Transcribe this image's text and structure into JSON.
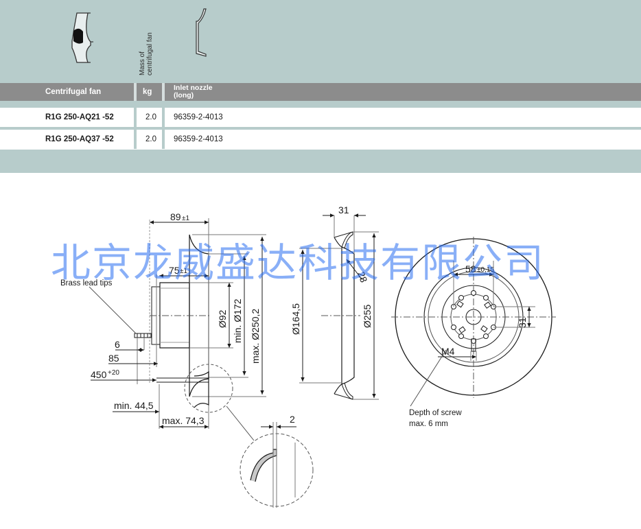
{
  "top_header": {
    "mass_label_line1": "Mass of",
    "mass_label_line2": "centrifugal fan"
  },
  "table": {
    "columns": {
      "fan": "Centrifugal fan",
      "mass": "kg",
      "nozzle_line1": "Inlet nozzle",
      "nozzle_line2": "(long)"
    },
    "rows": [
      {
        "fan": "R1G 250-AQ21 -52",
        "mass": "2.0",
        "nozzle": "96359-2-4013"
      },
      {
        "fan": "R1G 250-AQ37 -52",
        "mass": "2.0",
        "nozzle": "96359-2-4013"
      }
    ]
  },
  "drawing": {
    "labels": {
      "brass_lead_tips": "Brass lead tips",
      "depth_of_screw_line1": "Depth of screw",
      "depth_of_screw_line2": "max. 6 mm"
    },
    "dimensions": {
      "width_89": "89",
      "width_89_tol": "±1",
      "width_75": "75",
      "width_75_tol": "±1",
      "dim_6": "6",
      "dim_85": "85",
      "dim_450": "450",
      "dim_450_tol": "+20",
      "min_44_5": "min. 44,5",
      "max_74_3": "max. 74,3",
      "dia_92": "Ø92",
      "min_dia_172": "min. Ø172",
      "max_dia_250_2": "max. Ø250,2",
      "dim_31_top": "31",
      "dia_164_5": "Ø164,5",
      "dia_255": "Ø255",
      "dim_28": "28",
      "dim_58": "58",
      "dim_58_tol": "±0,15",
      "dim_31_side": "31",
      "m4": "M4",
      "dim_2": "2"
    }
  },
  "watermark": {
    "text": "北京龙威盛达科技有限公司"
  },
  "colors": {
    "band": "#b7cccb",
    "header": "#8c8c8c",
    "watermark": "#2e6ef0"
  }
}
